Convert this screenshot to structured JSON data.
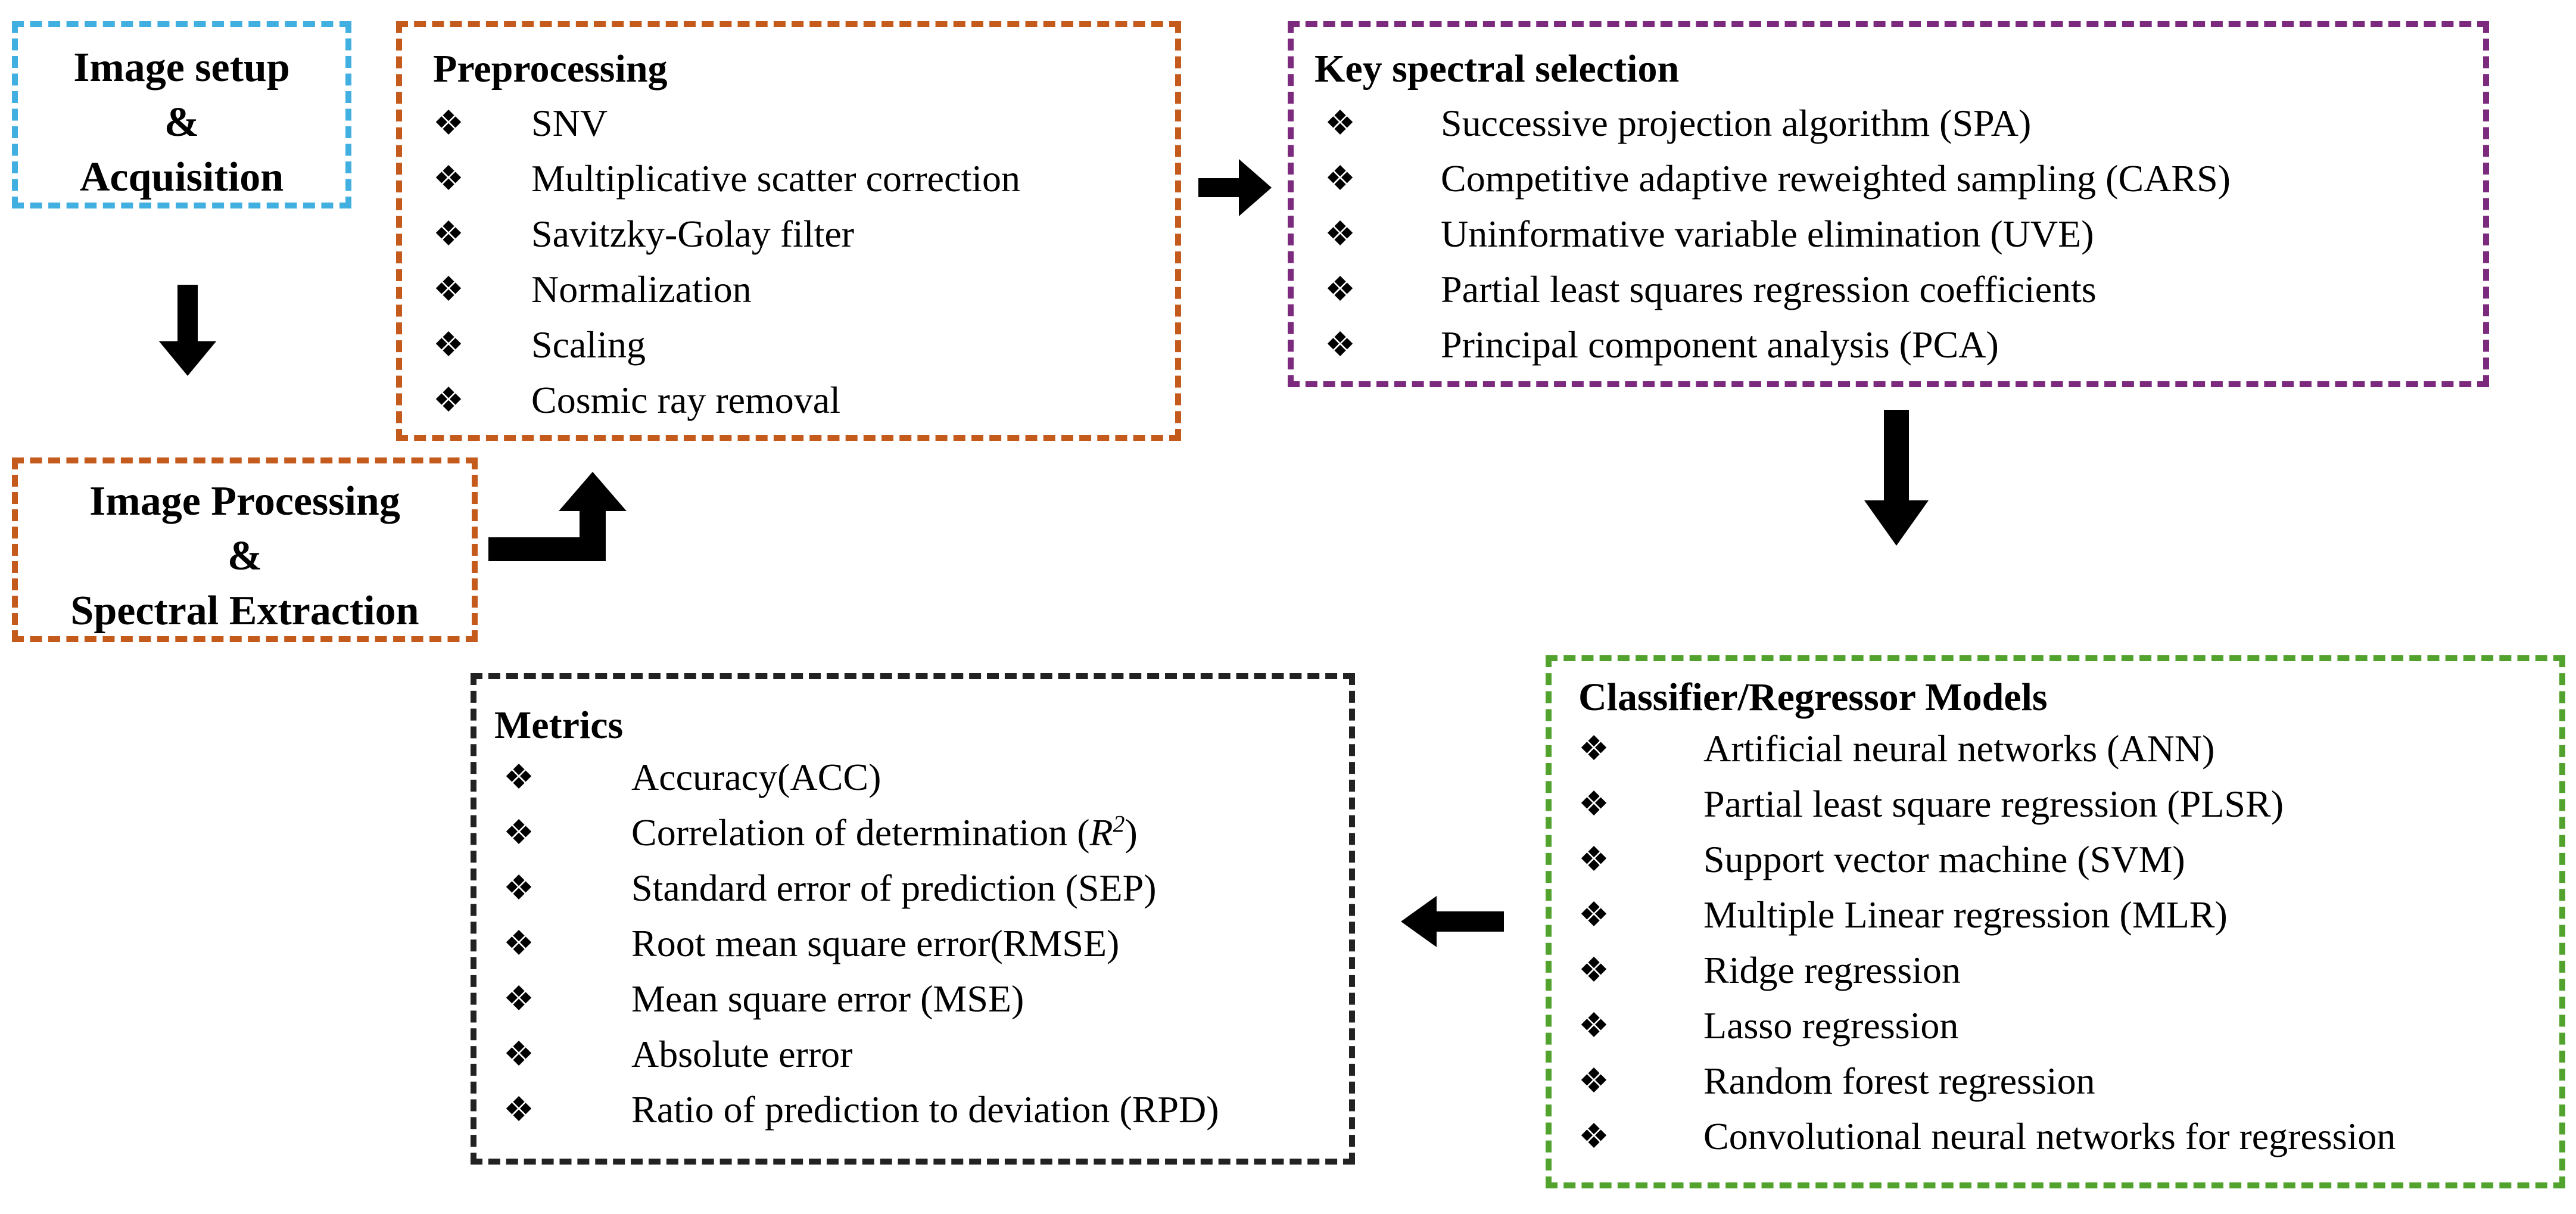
{
  "image_setup": {
    "lines": [
      "Image setup",
      "&",
      "Acquisition"
    ],
    "color": "#41b0e0"
  },
  "image_processing": {
    "lines": [
      "Image Processing",
      "&",
      "Spectral Extraction"
    ],
    "color": "#c55a1d"
  },
  "preprocessing": {
    "title": "Preprocessing",
    "color": "#c55a1d",
    "items": [
      "SNV",
      "Multiplicative scatter correction",
      "Savitzky-Golay filter",
      "Normalization",
      "Scaling",
      "Cosmic ray removal"
    ]
  },
  "key_spectral": {
    "title": "Key spectral selection",
    "color": "#7b2a7e",
    "items": [
      "Successive projection algorithm (SPA)",
      "Competitive adaptive reweighted sampling (CARS)",
      "Uninformative variable elimination (UVE)",
      "Partial least squares regression coefficients",
      "Principal component analysis (PCA)"
    ]
  },
  "models": {
    "title": "Classifier/Regressor Models",
    "color": "#52a22e",
    "items": [
      "Artificial neural networks (ANN)",
      "Partial least square regression (PLSR)",
      "Support vector machine (SVM)",
      "Multiple Linear regression (MLR)",
      "Ridge regression",
      "Lasso regression",
      "Random forest regression",
      "Convolutional neural networks for regression"
    ]
  },
  "metrics": {
    "title": "Metrics",
    "color": "#222222",
    "items": [
      "Accuracy(ACC)",
      "Correlation of determination (R2)",
      "Standard error of prediction (SEP)",
      "Root mean square error(RMSE)",
      "Mean square error (MSE)",
      "Absolute error",
      "Ratio of prediction to deviation (RPD)"
    ],
    "r2_prefix": "Correlation of determination (",
    "r2_symbol": "R",
    "r2_exp": "2",
    "r2_suffix": ")"
  },
  "bullet_glyph": "❖",
  "arrow_color": "#000000"
}
